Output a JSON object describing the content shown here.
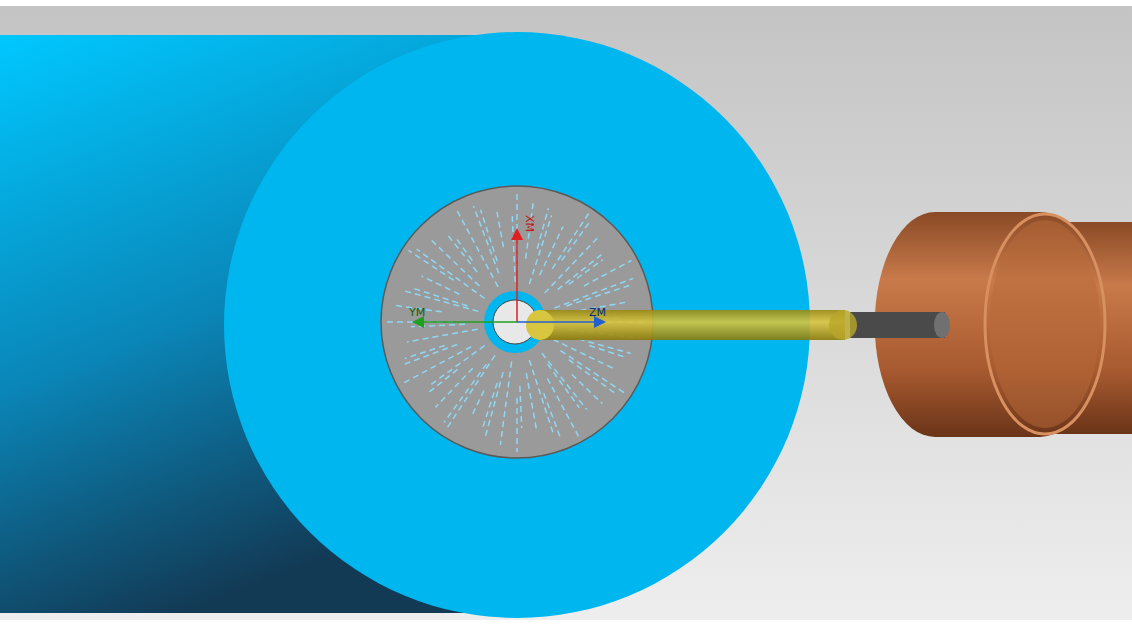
{
  "diagram": {
    "labels": [
      "XM",
      "YM",
      "ZM"
    ]
  }
}
